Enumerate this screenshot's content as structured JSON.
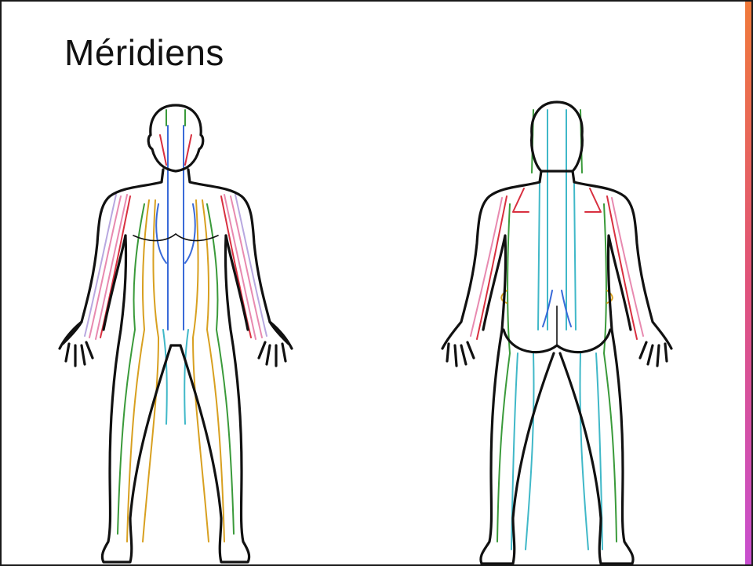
{
  "slide": {
    "title": "Méridiens"
  },
  "colors": {
    "accent_top": "#f07a3a",
    "accent_mid": "#e0527a",
    "accent_bottom": "#c84fd0",
    "meridian_pink": "#e88ab0",
    "meridian_red": "#d83040",
    "meridian_green": "#3a9a3a",
    "meridian_yellow": "#d8a020",
    "meridian_blue": "#3a6ad8",
    "meridian_cyan": "#40b8c8",
    "meridian_lavender": "#b8a8e0"
  },
  "figures": [
    {
      "view": "front",
      "icon": "human-body-front-meridians"
    },
    {
      "view": "back",
      "icon": "human-body-back-meridians"
    }
  ]
}
